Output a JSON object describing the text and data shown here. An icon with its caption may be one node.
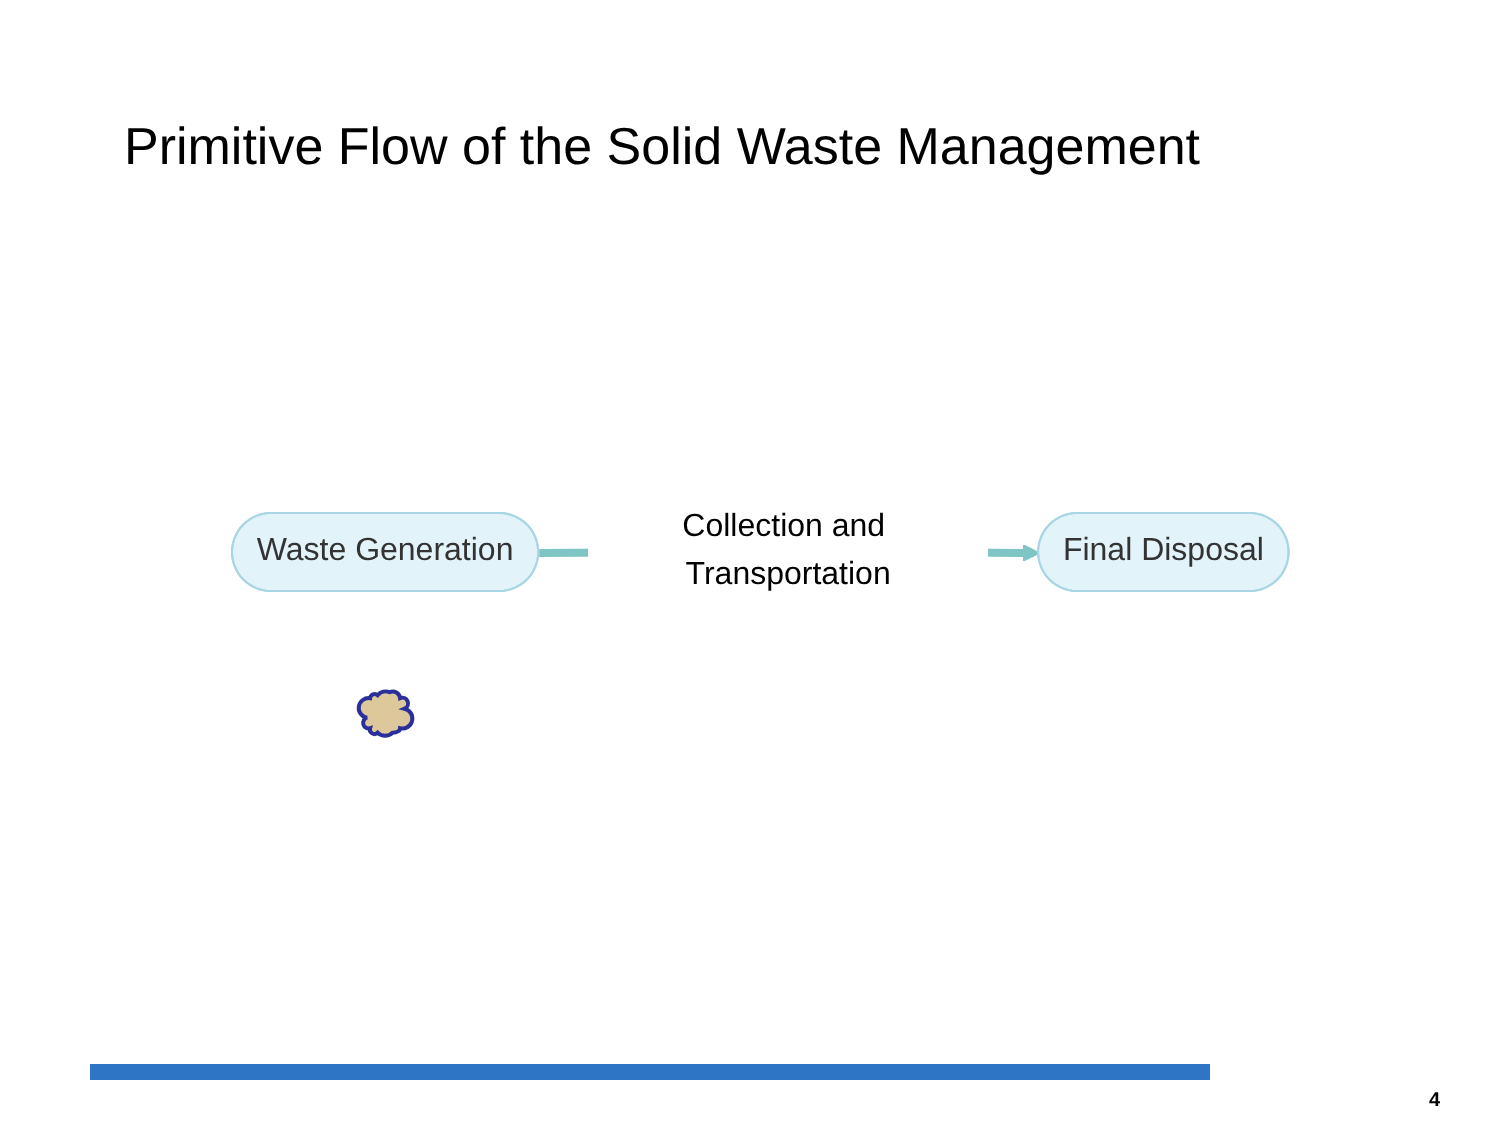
{
  "diagram": {
    "title": "Primitive Flow of the Solid Waste Management",
    "nodes": [
      {
        "text": [
          "Waste Generation"
        ]
      },
      {
        "text": [],
        "shape": "cloud"
      },
      {
        "text": [
          "Final Disposal"
        ]
      }
    ],
    "edges": [
      {
        "from": 0,
        "to": 2,
        "arrow": "to",
        "label": "Collection and Transportation"
      }
    ],
    "labels": [
      "4"
    ]
  }
}
